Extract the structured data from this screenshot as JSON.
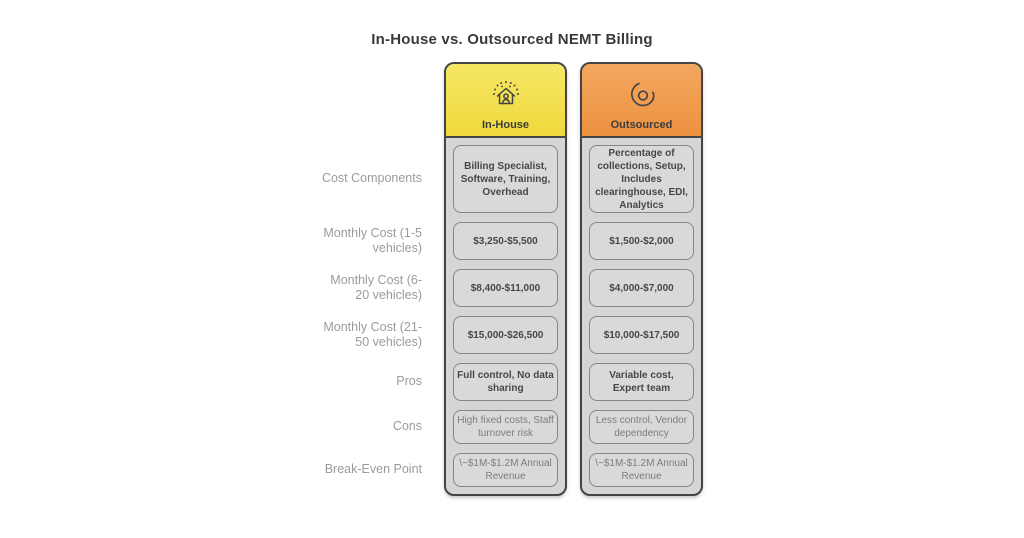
{
  "title": "In-House vs. Outsourced NEMT Billing",
  "columns": [
    {
      "label": "In-House",
      "icon": "house-person-icon",
      "color": "#F2DD44"
    },
    {
      "label": "Outsourced",
      "icon": "hand-holding-circle-icon",
      "color": "#EE9A4B"
    }
  ],
  "rows": [
    {
      "label": "Cost Components",
      "inhouse": "Billing Specialist, Software, Training, Overhead",
      "outsourced": "Percentage of collections, Setup, Includes clearinghouse, EDI, Analytics"
    },
    {
      "label": "Monthly Cost (1-5 vehicles)",
      "inhouse": "$3,250-$5,500",
      "outsourced": "$1,500-$2,000"
    },
    {
      "label": "Monthly Cost (6-20 vehicles)",
      "inhouse": "$8,400-$11,000",
      "outsourced": "$4,000-$7,000"
    },
    {
      "label": "Monthly Cost (21-50 vehicles)",
      "inhouse": "$15,000-$26,500",
      "outsourced": "$10,000-$17,500"
    },
    {
      "label": "Pros",
      "inhouse": "Full control, No data sharing",
      "outsourced": "Variable cost, Expert team"
    },
    {
      "label": "Cons",
      "inhouse": "High fixed costs, Staff turnover risk",
      "outsourced": "Less control, Vendor dependency"
    },
    {
      "label": "Break-Even Point",
      "inhouse": "\\~$1M-$1.2M Annual Revenue",
      "outsourced": "\\~$1M-$1.2M Annual Revenue"
    }
  ]
}
